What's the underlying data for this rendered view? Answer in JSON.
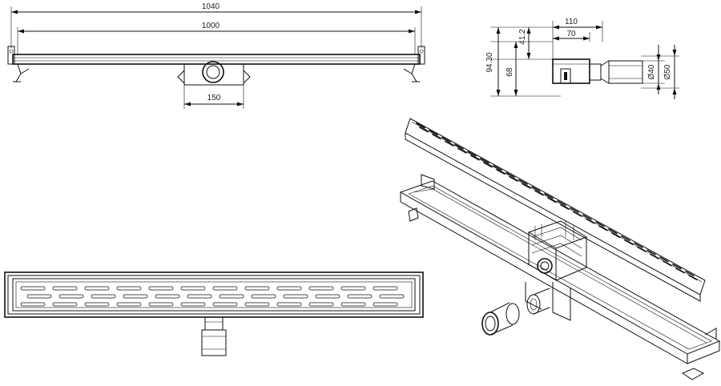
{
  "front_view": {
    "dim_overall": "1040",
    "dim_channel": "1000",
    "dim_outlet": "150"
  },
  "side_view": {
    "dim_width_total": "110",
    "dim_width_inner": "70",
    "dim_height_total": "94.30",
    "dim_height_inner": "68",
    "dim_height_top": "41.2",
    "dim_diameter_small": "Ø40",
    "dim_diameter_large": "Ø50"
  }
}
